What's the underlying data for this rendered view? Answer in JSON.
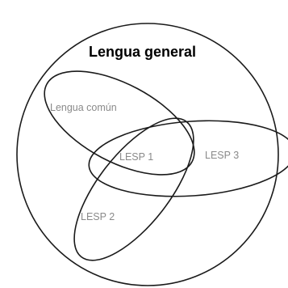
{
  "diagram": {
    "top_fragment": "",
    "title": "Lengua general",
    "labels": {
      "common": "Lengua común",
      "lesp1": "LESP 1",
      "lesp2": "LESP 2",
      "lesp3": "LESP 3"
    },
    "stroke_color": "#1a1a1a",
    "label_color": "#8a8a8a"
  }
}
